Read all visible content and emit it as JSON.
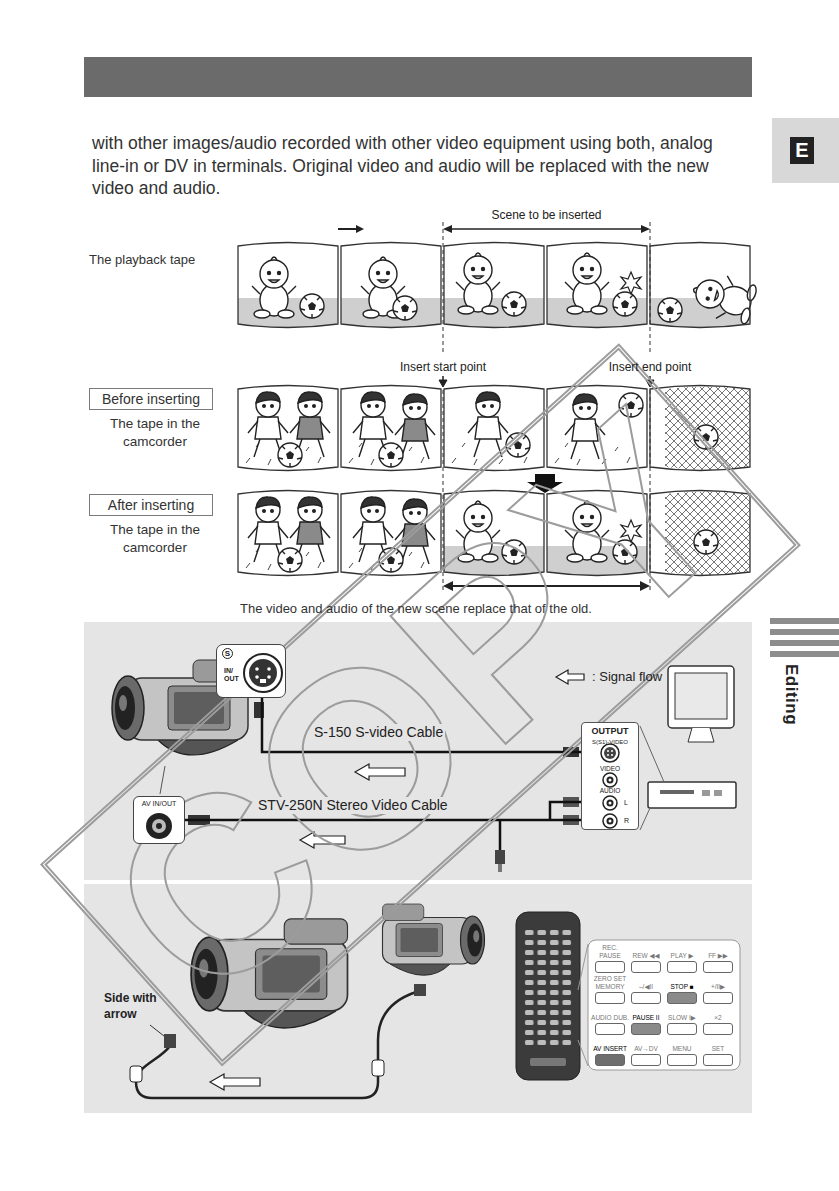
{
  "diagram": {
    "caption": "The video and audio of the new scene replace that of the old.",
    "nodes": [
      {
        "text": [
          "Before inserting"
        ]
      },
      {
        "text": [
          "After inserting"
        ]
      },
      {
        "text": [
          "IN/ OUT"
        ]
      },
      {
        "text": [
          "OUTPUT",
          "S(S1)-VIDEO",
          "VIDEO",
          "AUDIO",
          "L",
          "R"
        ]
      },
      {
        "text": [
          "AV IN/OUT"
        ]
      },
      {
        "text": [
          "REC. PAUSE"
        ]
      },
      {
        "text": [
          "REW ◀◀"
        ]
      },
      {
        "text": [
          "PLAY ▶"
        ]
      },
      {
        "text": [
          "FF ▶▶"
        ]
      },
      {
        "text": [
          "ZERO SET MEMORY"
        ]
      },
      {
        "text": [
          "–/◀II"
        ]
      },
      {
        "text": [
          "STOP ■"
        ]
      },
      {
        "text": [
          "+/II▶"
        ]
      },
      {
        "text": [
          "AUDIO DUB."
        ]
      },
      {
        "text": [
          "PAUSE II"
        ]
      },
      {
        "text": [
          "SLOW I▶"
        ]
      },
      {
        "text": [
          "×2"
        ]
      },
      {
        "text": [
          "AV INSERT"
        ]
      },
      {
        "text": [
          "AV→DV"
        ]
      },
      {
        "text": [
          "MENU"
        ]
      },
      {
        "text": [
          "SET"
        ]
      }
    ],
    "edges": [
      {
        "from": 3,
        "to": 2,
        "arrow": "none",
        "label": "S-150 S-video Cable"
      },
      {
        "from": 3,
        "to": 4,
        "arrow": "none",
        "label": "STV-250N Stereo Video Cable"
      }
    ],
    "labels": [
      "E",
      "with other images/audio recorded with other video equipment using both, analog line-in or DV in terminals. Original video and audio will be replaced with the new video and audio.",
      "Scene to be inserted",
      "The playback tape",
      "Insert start point",
      "Insert end point",
      "The tape in the camcorder",
      "The tape in the camcorder",
      "Editing",
      "S",
      "Side with arrow",
      "COPY"
    ],
    "legend": [
      {
        "text": ": Signal flow"
      }
    ]
  }
}
